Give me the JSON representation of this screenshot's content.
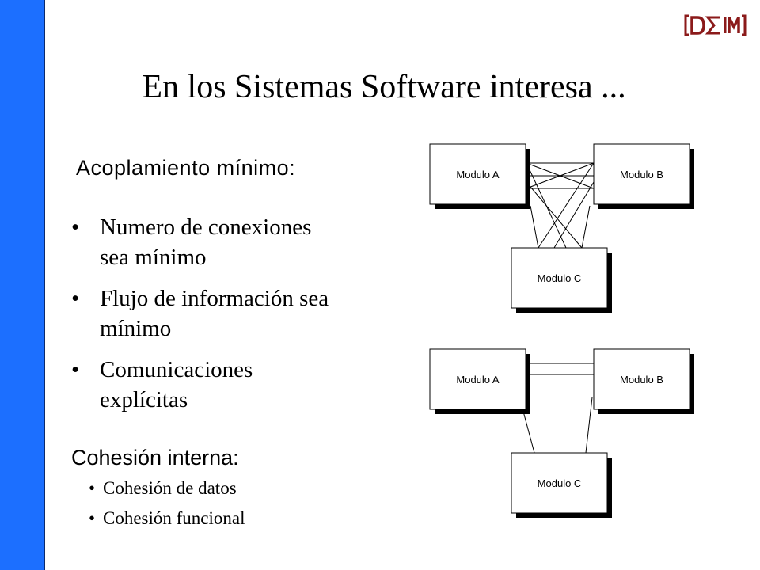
{
  "slide": {
    "title": "En los Sistemas Software interesa ...",
    "logo": {
      "text": "DΣIM",
      "color": "#8b1a1a"
    },
    "sidebar_color": "#1c6fff"
  },
  "acoplamiento": {
    "heading": "Acoplamiento mínimo:",
    "items": [
      {
        "line1": "Numero de conexiones",
        "line2": "sea mínimo"
      },
      {
        "line1": "Flujo de información sea",
        "line2": "mínimo"
      },
      {
        "line1": "Comunicaciones",
        "line2": "explícitas"
      }
    ]
  },
  "cohesion": {
    "heading": "Cohesión interna:",
    "items": [
      "Cohesión de datos",
      "Cohesión funcional"
    ]
  },
  "diagram_top": {
    "module_a": "Modulo A",
    "module_b": "Modulo B",
    "module_c": "Modulo C"
  },
  "diagram_bottom": {
    "module_a": "Modulo A",
    "module_b": "Modulo B",
    "module_c": "Modulo C"
  },
  "bullet_glyph": "•"
}
